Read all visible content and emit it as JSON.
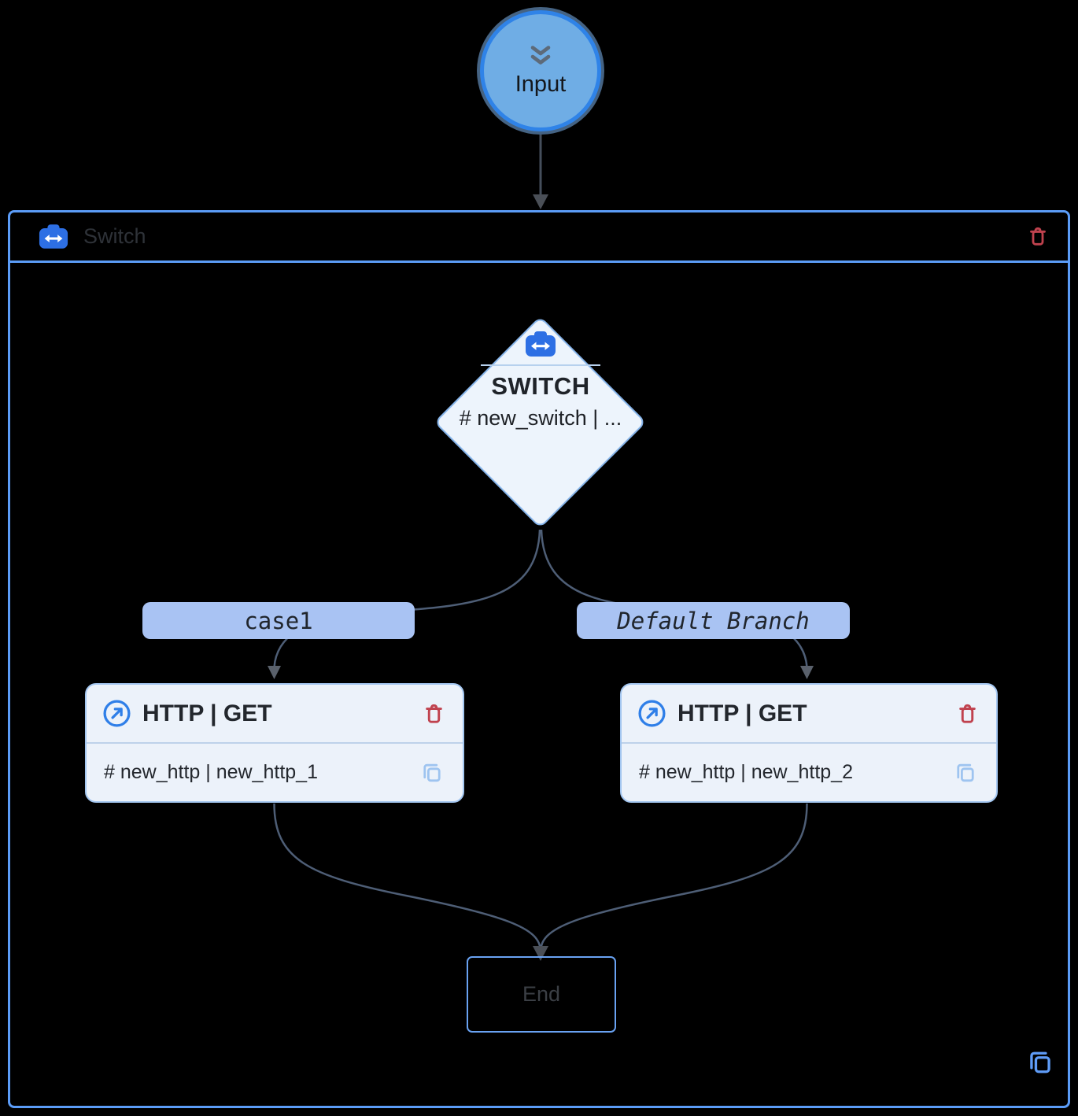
{
  "input_node": {
    "label": "Input"
  },
  "switch_group": {
    "title": "Switch"
  },
  "switch_node": {
    "title": "SWITCH",
    "subtitle": "# new_switch | ..."
  },
  "branches": {
    "case1": {
      "label": "case1"
    },
    "default": {
      "label": "Default Branch"
    }
  },
  "http_cards": [
    {
      "title": "HTTP | GET",
      "subtitle": "# new_http | new_http_1"
    },
    {
      "title": "HTTP | GET",
      "subtitle": "# new_http | new_http_2"
    }
  ],
  "end_node": {
    "label": "End"
  },
  "icons": {
    "input": "double-chevron-down-icon",
    "switch": "switch-arrows-icon",
    "http": "arrow-up-right-circle-icon",
    "delete": "trash-icon",
    "copy": "copy-icon"
  },
  "colors": {
    "background": "#000000",
    "container_border": "#5b9cf7",
    "accent_blue": "#2d6fe4",
    "input_fill": "#6fade5",
    "input_border": "#2f83e8",
    "node_fill": "#edf4fc",
    "branch_pill": "#a9c3f3",
    "card_fill": "#ecf2fa",
    "edge": "#4e5e76",
    "danger_red": "#c0424e"
  }
}
